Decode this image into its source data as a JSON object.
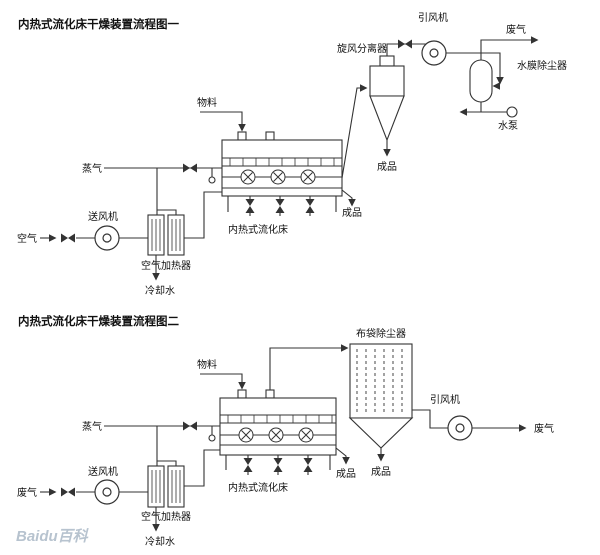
{
  "watermark": "Baidu百科",
  "colors": {
    "line": "#333333",
    "text": "#111111",
    "watermark": "#b7c3cf"
  },
  "diagram1": {
    "title": "内热式流化床干燥装置流程图一",
    "labels": {
      "material": "物料",
      "steam": "蒸气",
      "blower": "送风机",
      "air_inlet": "空气",
      "air_heater": "空气加热器",
      "cooling_water": "冷却水",
      "fluidized_bed": "内热式流化床",
      "bed_product": "成品",
      "cyclone": "旋风分离器",
      "cyclone_product": "成品",
      "induced_fan": "引风机",
      "exhaust": "废气",
      "water_film_collector": "水膜除尘器",
      "water_pump": "水泵"
    }
  },
  "diagram2": {
    "title": "内热式流化床干燥装置流程图二",
    "labels": {
      "material": "物料",
      "steam": "蒸气",
      "blower": "送风机",
      "exhaust_inlet": "废气",
      "air_heater": "空气加热器",
      "cooling_water": "冷却水",
      "fluidized_bed": "内热式流化床",
      "bed_product": "成品",
      "bag_filter": "布袋除尘器",
      "filter_product": "成品",
      "induced_fan": "引风机",
      "exhaust_outlet": "废气"
    }
  }
}
